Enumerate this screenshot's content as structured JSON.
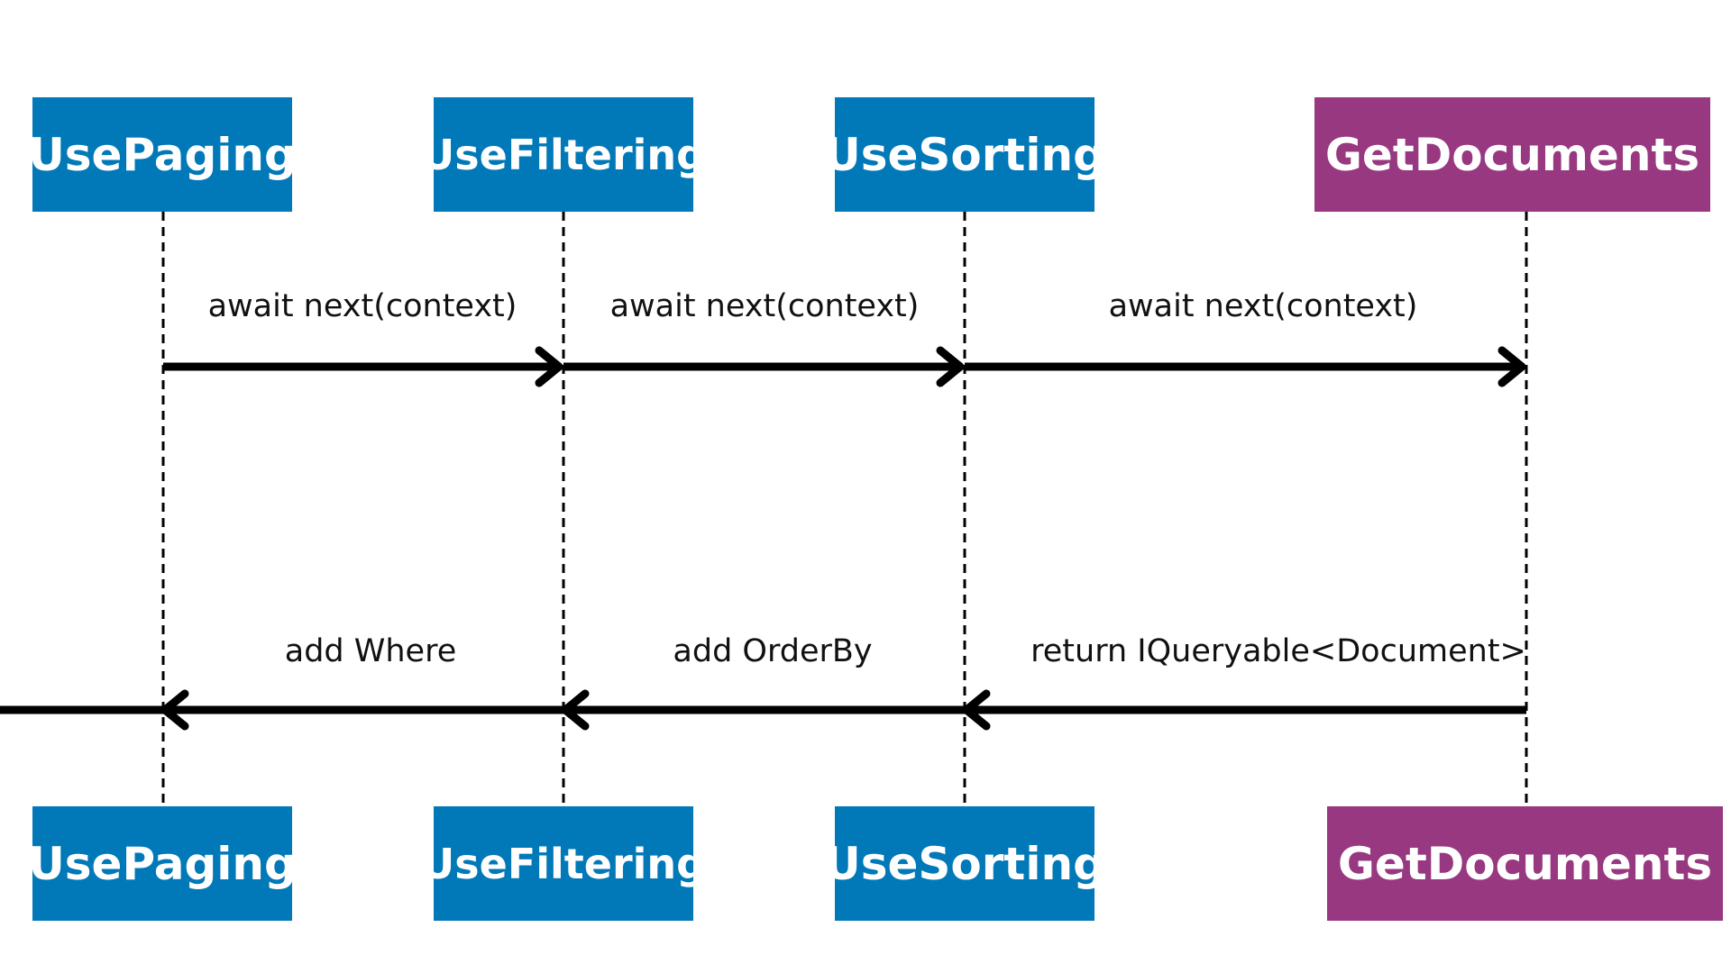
{
  "colors": {
    "middleware_box": "#0179b8",
    "resolver_box": "#983880",
    "box_text": "#ffffff",
    "arrow": "#000000",
    "lifeline": "#000000"
  },
  "participants": {
    "paging": "UsePaging",
    "filtering": "UseFiltering",
    "sorting": "UseSorting",
    "resolver": "GetDocuments"
  },
  "messages": {
    "call_1": "await next(context)",
    "call_2": "await next(context)",
    "call_3": "await next(context)",
    "return_1": "add Where",
    "return_2": "add OrderBy",
    "return_3": "return IQueryable<Document>"
  }
}
